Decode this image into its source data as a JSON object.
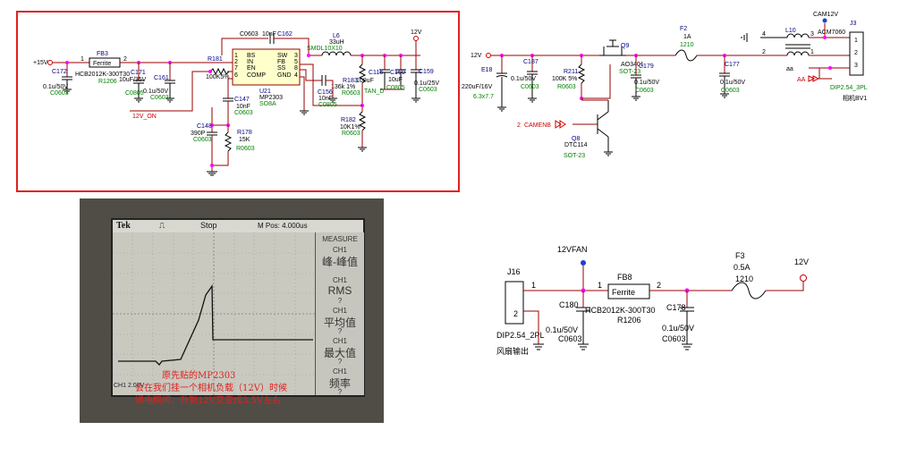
{
  "top_left_schematic": {
    "nets": {
      "vin": "+15V",
      "vout": "12V",
      "enable": "12V_ON"
    },
    "fb3": {
      "ref": "FB3",
      "part": "HCB2012K-300T30",
      "pkg": "R1206",
      "text": "Ferrite",
      "pin1": "1",
      "pin2": "2"
    },
    "c172": {
      "ref": "C172",
      "value": "0.1u/50V",
      "pkg": "C0603"
    },
    "c171": {
      "ref": "C171",
      "value": "10uF/35V",
      "pkg": "C0805"
    },
    "c161": {
      "ref": "C161",
      "value": "0.1u/50V",
      "pkg": "C0603"
    },
    "r181": {
      "ref": "R181",
      "value": "100K5%"
    },
    "c162": {
      "ref": "C162",
      "value": "10nF",
      "pkg": "C0603"
    },
    "u21": {
      "ref": "U21",
      "part": "MP2303",
      "pkg": "SO8A",
      "pins_left": [
        "BS",
        "IN",
        "EN",
        "COMP"
      ],
      "pins_right": [
        "SW",
        "FB",
        "SS",
        "GND"
      ],
      "nums_left": [
        "1",
        "2",
        "7",
        "6"
      ],
      "nums_right": [
        "3",
        "5",
        "8",
        "4"
      ]
    },
    "l6": {
      "ref": "L6",
      "value": "33uH",
      "pkg": "SMDL10X10"
    },
    "c147": {
      "ref": "C147",
      "value": "10nF",
      "pkg": "C0603"
    },
    "c148": {
      "ref": "C148",
      "value": "390P",
      "pkg": "C0603"
    },
    "r178": {
      "ref": "R178",
      "value": "15K",
      "pkg": "R0603"
    },
    "c156": {
      "ref": "C156",
      "value": "10nF",
      "pkg": "C0805"
    },
    "r183": {
      "ref": "R183",
      "value": "136k 1%",
      "pkg": "R0603"
    },
    "r182": {
      "ref": "R182",
      "value": "10K1%",
      "pkg": "R0603"
    },
    "c116": {
      "ref": "C116",
      "value": "100uF",
      "pkg": "TAN_D"
    },
    "c160": {
      "ref": "C160",
      "value": "10uF",
      "pkg": "C0805"
    },
    "c159": {
      "ref": "C159",
      "value": "0.1u/25V",
      "pkg": "C0603"
    }
  },
  "top_right_schematic": {
    "nets": {
      "vin": "12V",
      "cam": "CAM12V",
      "camenb": "CAMENB",
      "camenb_pin": "2",
      "aa": "aa",
      "aa2": "AA"
    },
    "e18": {
      "ref": "E18",
      "value": "220uF/16V",
      "pkg": "6.3x7.7"
    },
    "c187": {
      "ref": "C187",
      "value": "0.1u/50V",
      "pkg": "C0603"
    },
    "r211": {
      "ref": "R211",
      "value": "100K 5%",
      "pkg": "R0603"
    },
    "q9": {
      "ref": "Q9",
      "part": "AO3401",
      "pkg": "SOT-23"
    },
    "c179": {
      "ref": "C179",
      "value": "0.1u/50V",
      "pkg": "C0603"
    },
    "q8": {
      "ref": "Q8",
      "part": "DTC114",
      "pkg": "SOT-23"
    },
    "f2": {
      "ref": "F2",
      "value": "1A",
      "pkg": "1210"
    },
    "c177": {
      "ref": "C177",
      "value": "0.1u/50V",
      "pkg": "C0603"
    },
    "l10": {
      "ref": "L10",
      "part": "ACM7060"
    },
    "j3": {
      "ref": "J3",
      "part": "DIP2.54_3PL",
      "desc": "相机BV1",
      "pins": [
        "1",
        "2",
        "3"
      ]
    }
  },
  "bottom_right_schematic": {
    "fan_net": "12VFAN",
    "vout": "12V",
    "j16": {
      "ref": "J16",
      "part": "DIP2.54_2PL",
      "desc": "风扇输出",
      "pins": [
        "1",
        "2"
      ]
    },
    "c180": {
      "ref": "C180",
      "value": "0.1u/50V",
      "pkg": "C0603"
    },
    "fb8": {
      "ref": "FB8",
      "part": "HCB2012K-300T30",
      "pkg": "R1206",
      "text": "Ferrite",
      "pin1": "1",
      "pin2": "2"
    },
    "c178": {
      "ref": "C178",
      "value": "0.1u/50V",
      "pkg": "C0603"
    },
    "f3": {
      "ref": "F3",
      "value": "0.5A",
      "pkg": "1210"
    }
  },
  "oscilloscope": {
    "brand": "Tek",
    "trigger": "⎍",
    "state": "Stop",
    "mpos": "M Pos: 4.000us",
    "menu_title": "MEASURE",
    "measures": [
      {
        "ch": "CH1",
        "label": "峰-峰值",
        "value": ""
      },
      {
        "ch": "CH1",
        "label": "RMS",
        "value": "?"
      },
      {
        "ch": "CH1",
        "label": "平均值",
        "value": "?"
      },
      {
        "ch": "CH1",
        "label": "最大值",
        "value": "?"
      },
      {
        "ch": "CH1",
        "label": "频率",
        "value": "?"
      }
    ],
    "ch1_footer": "CH1 2.00V",
    "caption_lines": [
      "原先贴的MP2303",
      "会在我们挂一个相机负载（12V）时候",
      "通电瞬间，升到12V又变成3.5V左右"
    ]
  },
  "colors": {
    "border": "#e02020",
    "wire": "#990000",
    "junction": "#ff00ff",
    "pkg_text": "#008000",
    "ref_text": "#000080",
    "net_red": "#cc0000",
    "power_dot": "#1f3fcf"
  }
}
